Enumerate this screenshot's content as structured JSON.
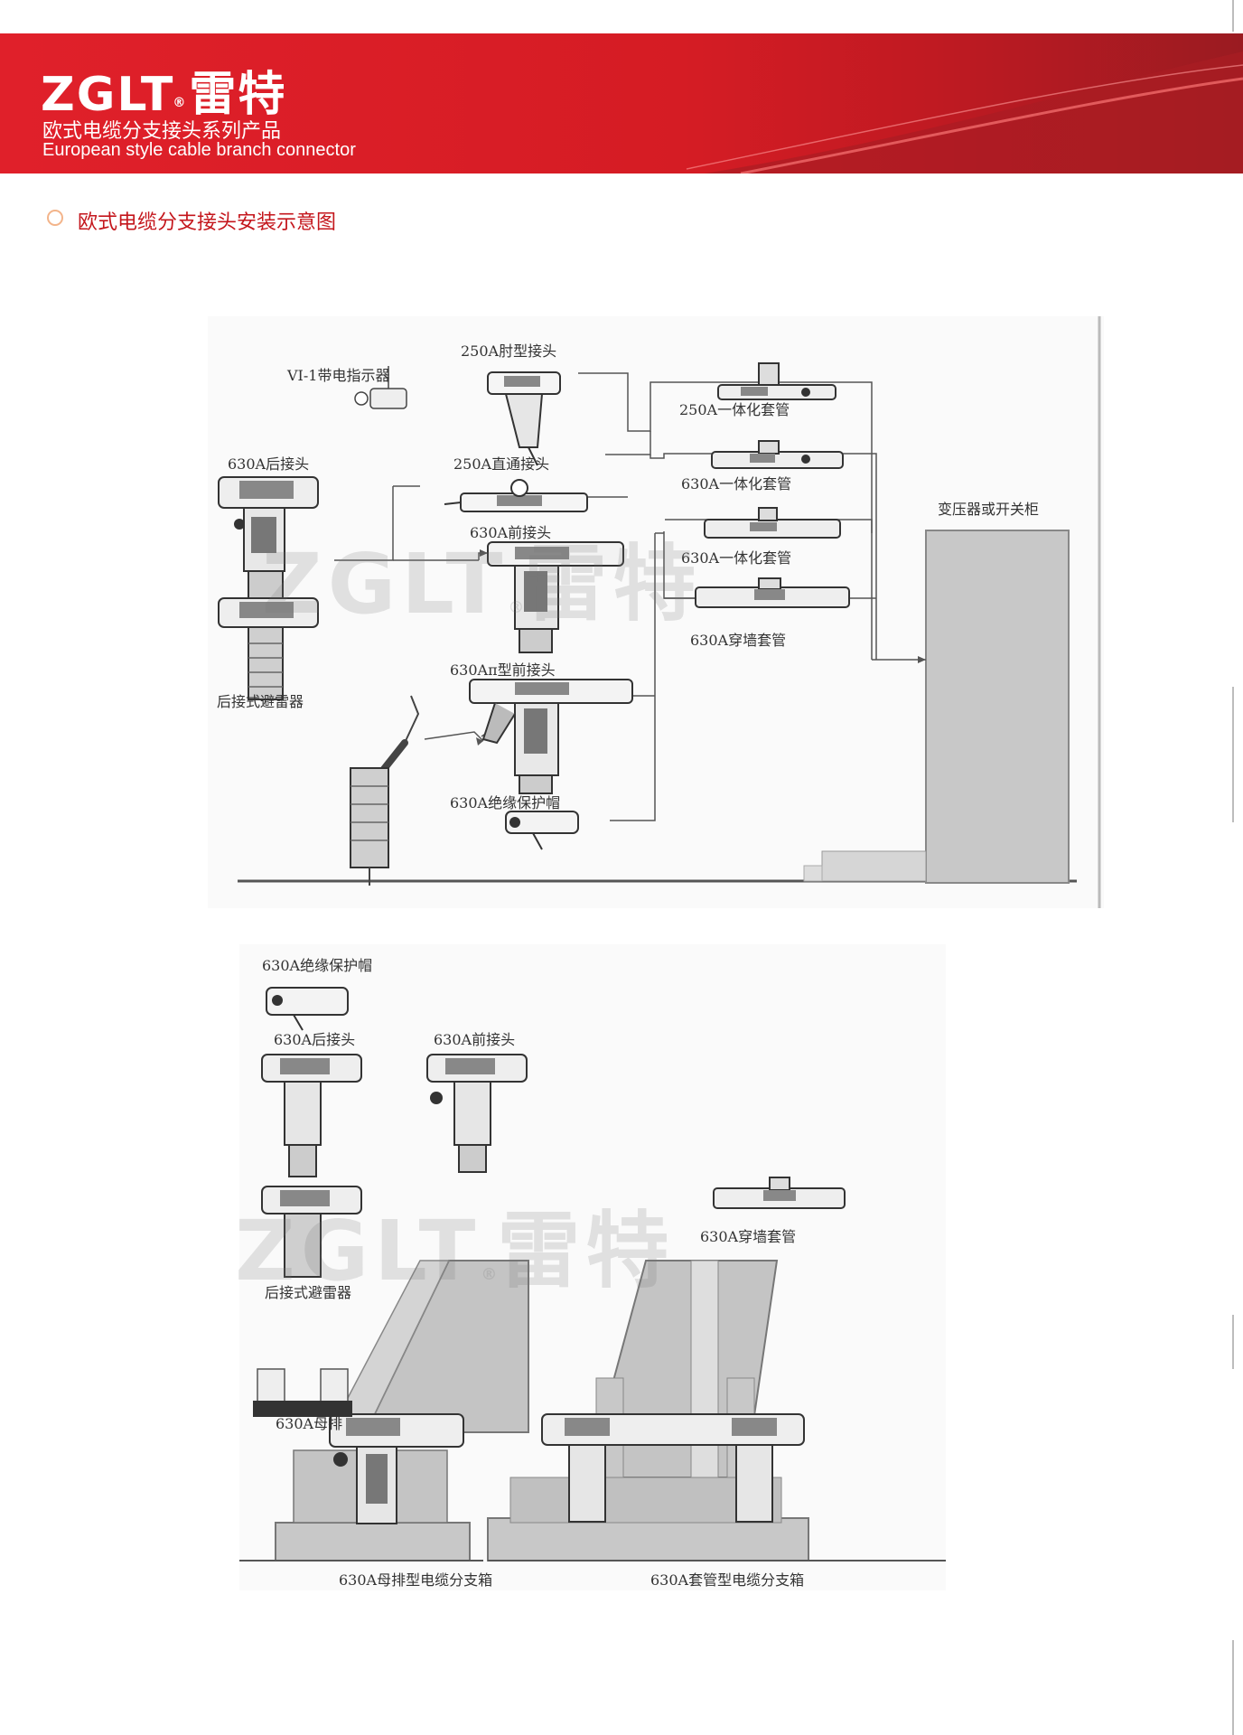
{
  "header": {
    "brand_latin": "ZGLT",
    "brand_reg": "®",
    "brand_cn": "雷特",
    "subtitle_cn": "欧式电缆分支接头系列产品",
    "subtitle_en": "European style cable branch connector"
  },
  "section": {
    "title": "欧式电缆分支接头安装示意图"
  },
  "diagram1": {
    "labels": {
      "vi1": "VI-1带电指示器",
      "elbow250": "250A肘型接头",
      "straight250": "250A直通接头",
      "rear630": "630A后接头",
      "front630": "630A前接头",
      "pi630": "630Aπ型前接头",
      "cap630": "630A绝缘保护帽",
      "arrester": "后接式避雷器",
      "bush250": "250A一体化套管",
      "bush630a": "630A一体化套管",
      "bush630b": "630A一体化套管",
      "wall630": "630A穿墙套管",
      "transformer": "变压器或开关柜"
    }
  },
  "diagram2": {
    "labels": {
      "cap630": "630A绝缘保护帽",
      "rear630": "630A后接头",
      "front630": "630A前接头",
      "arrester": "后接式避雷器",
      "busbar630": "630A母排",
      "wall630": "630A穿墙套管",
      "box_busbar": "630A母排型电缆分支箱",
      "box_bushing": "630A套管型电缆分支箱"
    }
  },
  "watermark": {
    "text_latin": "ZGLT",
    "text_cn": "雷特",
    "reg": "®"
  },
  "colors": {
    "brand_red": "#d51c24",
    "dark_red": "#9a1b21",
    "section_red": "#c4161c",
    "gray_panel": "#c8c8c8"
  }
}
